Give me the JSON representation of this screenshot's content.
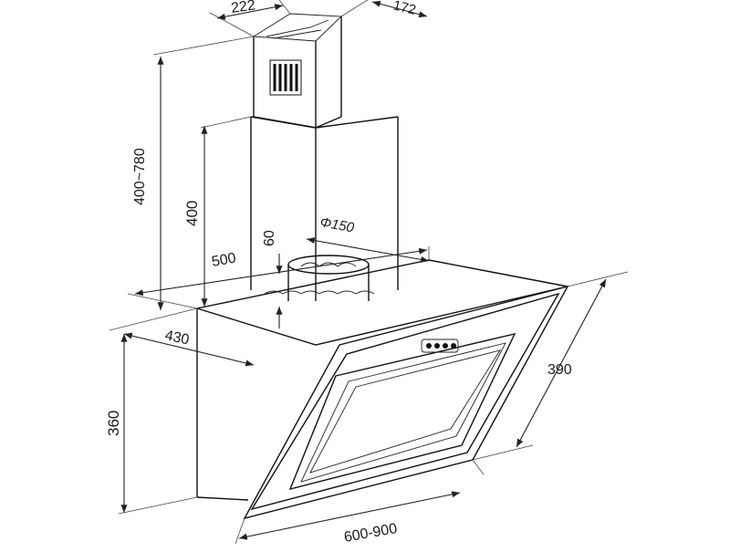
{
  "dimensions": {
    "chimney_width": "222",
    "chimney_depth": "172",
    "chimney_height_range": "400~780",
    "lower_chimney_height": "400",
    "outlet_diameter": "Φ150",
    "outlet_height": "60",
    "body_width": "500",
    "body_depth": "430",
    "body_height": "360",
    "glass_height": "390",
    "width_range": "600-900"
  },
  "colors": {
    "line": "#111111",
    "background": "#ffffff"
  },
  "icons": {
    "control_buttons": "button-icon"
  }
}
